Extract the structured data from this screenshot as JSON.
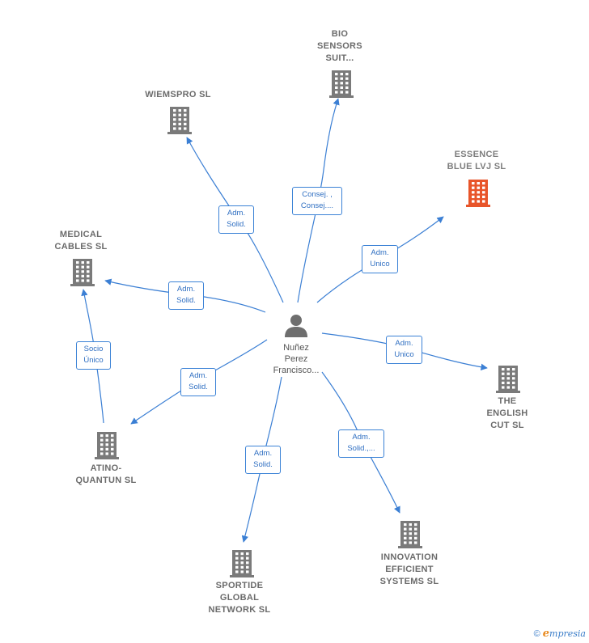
{
  "center": {
    "name_lines": [
      "Nuñez",
      "Perez",
      "Francisco..."
    ],
    "icon": "person-icon"
  },
  "companies": [
    {
      "id": "bio",
      "lines": [
        "BIO",
        "SENSORS",
        "SUIT..."
      ],
      "icon": "building-icon",
      "highlight": false
    },
    {
      "id": "wiemspro",
      "lines": [
        "WIEMSPRO  SL"
      ],
      "icon": "building-icon",
      "highlight": false
    },
    {
      "id": "essence",
      "lines": [
        "ESSENCE",
        "BLUE LVJ  SL"
      ],
      "icon": "building-icon",
      "highlight": true
    },
    {
      "id": "medical",
      "lines": [
        "MEDICAL",
        "CABLES SL"
      ],
      "icon": "building-icon",
      "highlight": false
    },
    {
      "id": "english",
      "lines": [
        "THE",
        "ENGLISH",
        "CUT SL"
      ],
      "icon": "building-icon",
      "highlight": false
    },
    {
      "id": "atino",
      "lines": [
        "ATINO-",
        "QUANTUN  SL"
      ],
      "icon": "building-icon",
      "highlight": false
    },
    {
      "id": "sportide",
      "lines": [
        "SPORTIDE",
        "GLOBAL",
        "NETWORK  SL"
      ],
      "icon": "building-icon",
      "highlight": false
    },
    {
      "id": "innovation",
      "lines": [
        "INNOVATION",
        "EFFICIENT",
        "SYSTEMS  SL"
      ],
      "icon": "building-icon",
      "highlight": false
    }
  ],
  "roles": [
    {
      "id": "r-bio",
      "lines": [
        "Consej. ,",
        "Consej...."
      ]
    },
    {
      "id": "r-wiemspro",
      "lines": [
        "Adm.",
        "Solid."
      ]
    },
    {
      "id": "r-essence",
      "lines": [
        "Adm.",
        "Unico"
      ]
    },
    {
      "id": "r-medical",
      "lines": [
        "Adm.",
        "Solid."
      ]
    },
    {
      "id": "r-english",
      "lines": [
        "Adm.",
        "Unico"
      ]
    },
    {
      "id": "r-atino",
      "lines": [
        "Adm.",
        "Solid."
      ]
    },
    {
      "id": "r-sportide",
      "lines": [
        "Adm.",
        "Solid."
      ]
    },
    {
      "id": "r-innovation",
      "lines": [
        "Adm.",
        "Solid.,..."
      ]
    },
    {
      "id": "r-socio",
      "lines": [
        "Socio",
        "Único"
      ]
    }
  ],
  "colors": {
    "edge": "#3b7fd4",
    "building": "#7a7a7a",
    "building_highlight": "#e8552a",
    "person": "#6e6e6e"
  },
  "brand": {
    "copyright": "©",
    "first_letter": "e",
    "rest": "mpresia"
  }
}
